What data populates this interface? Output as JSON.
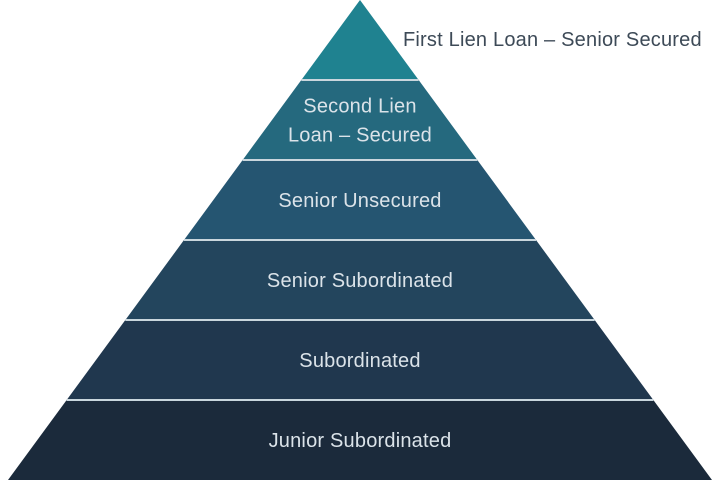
{
  "diagram": {
    "type": "pyramid",
    "subject": "debt-seniority-capital-structure",
    "background_color": "#ffffff",
    "divider_color": "#c9d6dd",
    "level_text_color": "#dbe3e9",
    "annotation_text_color": "#3d4a57",
    "levels": [
      {
        "rank": 1,
        "label": "",
        "external_label": "First Lien Loan – Senior Secured",
        "color": "#1f8290"
      },
      {
        "rank": 2,
        "label": "Second Lien\nLoan – Secured",
        "color": "#25697e"
      },
      {
        "rank": 3,
        "label": "Senior Unsecured",
        "color": "#255571"
      },
      {
        "rank": 4,
        "label": "Senior Subordinated",
        "color": "#23455d"
      },
      {
        "rank": 5,
        "label": "Subordinated",
        "color": "#20374e"
      },
      {
        "rank": 6,
        "label": "Junior Subordinated",
        "color": "#1b2a3b"
      }
    ]
  }
}
